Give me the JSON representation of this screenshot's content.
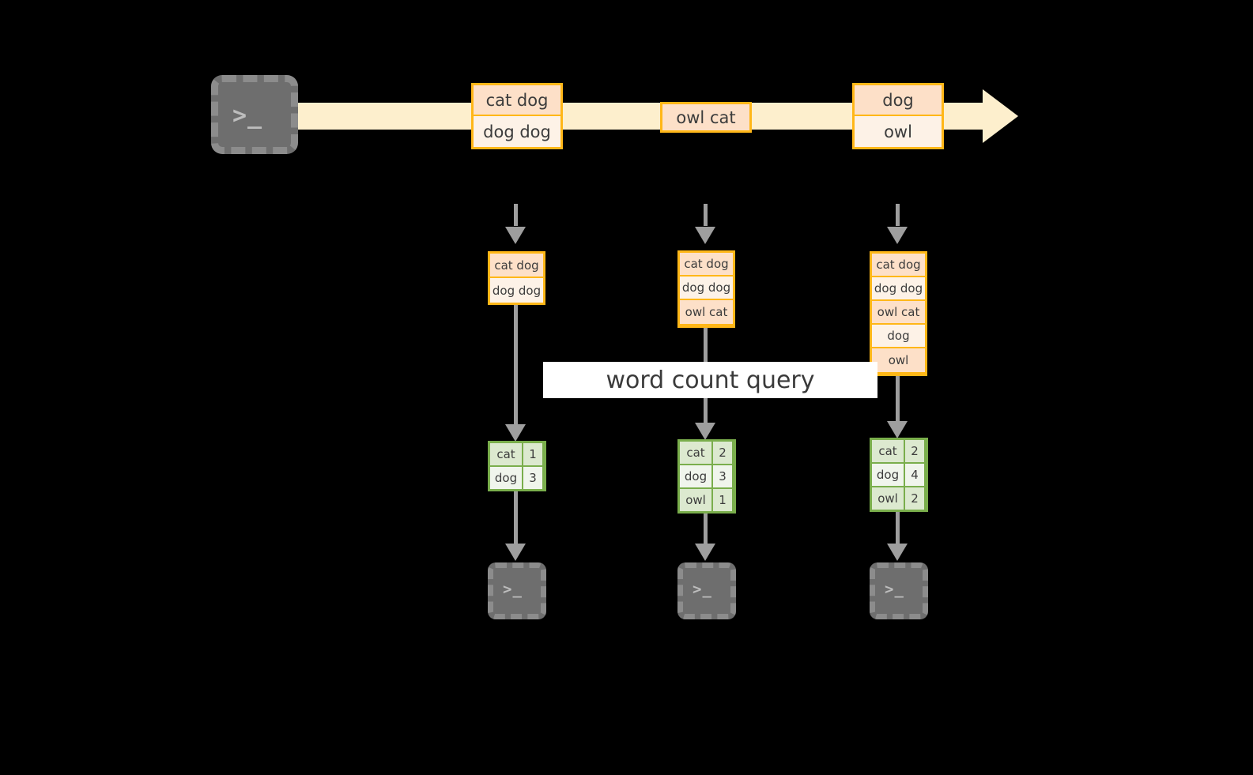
{
  "diagram": {
    "title_label": "word count query",
    "colors": {
      "stream_arrow": "#fdefcd",
      "record_border": "#ffb718",
      "record_fill_dark": "#fde0c8",
      "record_fill_light": "#fdf2e7",
      "result_border": "#7aae4c",
      "result_fill_dark": "#dce9cf",
      "result_fill_light": "#f0f5ec",
      "connector": "#9e9e9e",
      "terminal_fill": "#6e6e6e",
      "terminal_border": "#8c8c8c",
      "label_band": "#ffffff",
      "text": "#3c3c3c",
      "background": "#000000"
    },
    "source": {
      "icon": "terminal-icon",
      "prompt_glyph": ">_"
    },
    "stream": {
      "batches": [
        {
          "id": "batch-1",
          "records": [
            "cat dog",
            "dog dog"
          ]
        },
        {
          "id": "batch-2",
          "records": [
            "owl cat"
          ]
        },
        {
          "id": "batch-3",
          "records": [
            "dog",
            "owl"
          ]
        }
      ]
    },
    "columns": [
      {
        "id": "snapshot-1",
        "table_records": [
          "cat dog",
          "dog dog"
        ],
        "result_header_words": [
          "cat",
          "dog"
        ],
        "result": [
          {
            "word": "cat",
            "count": "1"
          },
          {
            "word": "dog",
            "count": "3"
          }
        ],
        "sink_icon": "terminal-icon",
        "sink_prompt_glyph": ">_"
      },
      {
        "id": "snapshot-2",
        "table_records": [
          "cat dog",
          "dog dog",
          "owl cat"
        ],
        "result_header_words": [
          "cat",
          "dog",
          "owl"
        ],
        "result": [
          {
            "word": "cat",
            "count": "2"
          },
          {
            "word": "dog",
            "count": "3"
          },
          {
            "word": "owl",
            "count": "1"
          }
        ],
        "sink_icon": "terminal-icon",
        "sink_prompt_glyph": ">_"
      },
      {
        "id": "snapshot-3",
        "table_records": [
          "cat dog",
          "dog dog",
          "owl cat",
          "dog",
          "owl"
        ],
        "result_header_words": [
          "cat",
          "dog",
          "owl"
        ],
        "result": [
          {
            "word": "cat",
            "count": "2"
          },
          {
            "word": "dog",
            "count": "4"
          },
          {
            "word": "owl",
            "count": "2"
          }
        ],
        "sink_icon": "terminal-icon",
        "sink_prompt_glyph": ">_"
      }
    ]
  }
}
